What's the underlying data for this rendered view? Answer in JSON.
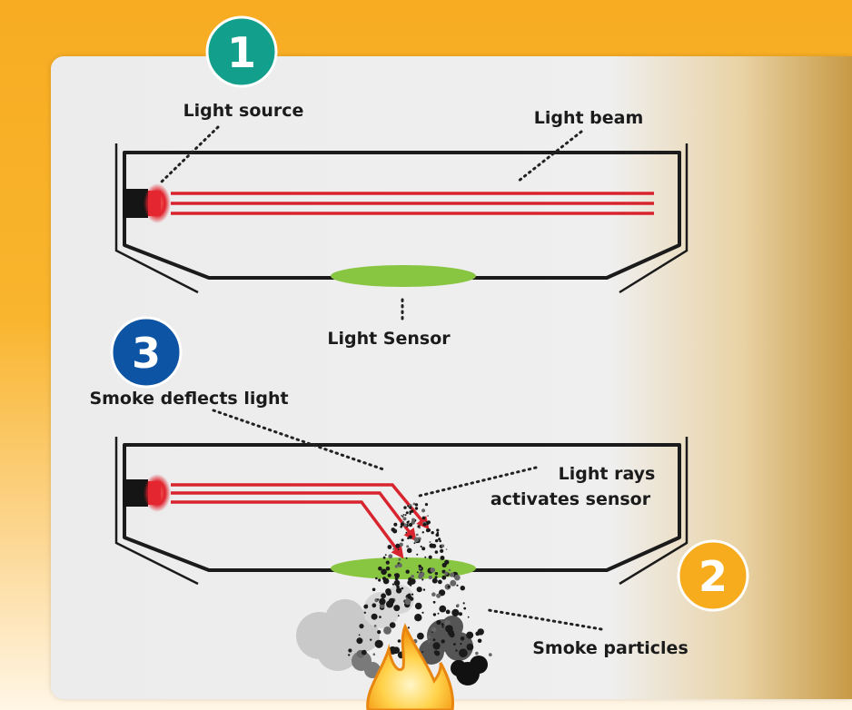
{
  "labels": {
    "light_source": "Light source",
    "light_beam": "Light beam",
    "light_sensor": "Light Sensor",
    "smoke_deflects": "Smoke deflects light",
    "light_rays_line1": "Light rays",
    "light_rays_line2": "activates sensor",
    "smoke_particles": "Smoke particles"
  },
  "badges": {
    "step1": "1",
    "step2": "2",
    "step3": "3"
  },
  "colors": {
    "badge1": "#12a08c",
    "badge2": "#f7ac1e",
    "badge3": "#0e54a5",
    "beam": "#d8242e",
    "sensor": "#88c540",
    "chamber_outline": "#1b1b1b"
  }
}
